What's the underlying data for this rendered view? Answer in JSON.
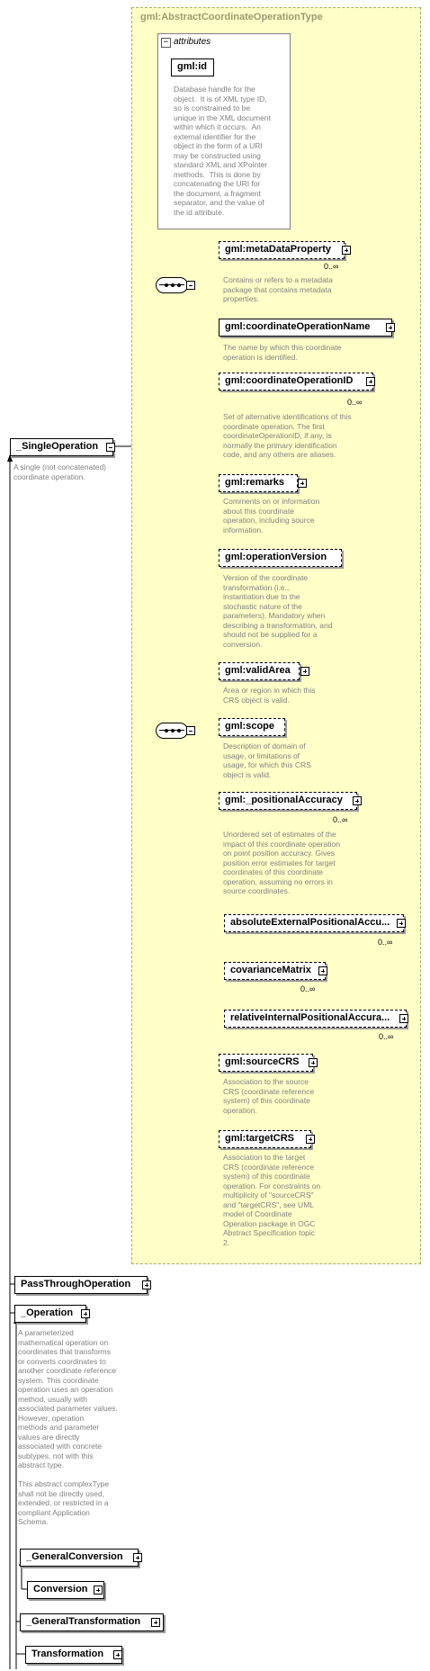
{
  "complex_type": {
    "title": "gml:AbstractCoordinateOperationType"
  },
  "attributes": {
    "heading": "attributes",
    "id_label": "gml:id",
    "id_doc": "Database handle for the\nobject.  It is of XML type ID,\nso is constrained to be\nunique in the XML document\nwithin which it occurs.  An\nexternal identifier for the\nobject in the form of a URI\nmay be constructed using\nstandard XML and XPointer\nmethods.  This is done by\nconcatenating the URI for\nthe document, a fragment\nseparator, and the value of\nthe id attribute."
  },
  "elements": {
    "metaDataProperty": {
      "label": "gml:metaDataProperty",
      "card": "0..∞",
      "doc": "Contains or refers to a metadata\npackage that contains metadata\nproperties."
    },
    "coordinateOperationName": {
      "label": "gml:coordinateOperationName",
      "doc": "The name by which this coordinate\noperation is identified."
    },
    "coordinateOperationID": {
      "label": "gml:coordinateOperationID",
      "card": "0..∞",
      "doc": "Set of alternative identifications of this\ncoordinate operation. The first\ncoordinateOperationID, if any, is\nnormally the primary identification\ncode, and any others are aliases."
    },
    "remarks": {
      "label": "gml:remarks",
      "doc": "Comments on or information\nabout this coordinate\noperation, including source\ninformation."
    },
    "operationVersion": {
      "label": "gml:operationVersion",
      "doc": "Version of the coordinate\ntransformation (i.e.,\ninstantiation due to the\nstochastic nature of the\nparameters). Mandatory when\ndescribing a transformation, and\nshould not be supplied for a\nconversion."
    },
    "validArea": {
      "label": "gml:validArea",
      "doc": "Area or region in which this\nCRS object is valid."
    },
    "scope": {
      "label": "gml:scope",
      "doc": "Description of domain of\nusage, or limitations of\nusage, for which this CRS\nobject is valid."
    },
    "positionalAccuracy": {
      "label": "gml:_positionalAccuracy",
      "card": "0..∞",
      "doc": "Unordered set of estimates of the\nimpact of this coordinate operation\non point position accuracy. Gives\nposition error estimates for target\ncoordinates of this coordinate\noperation, assuming no errors in\nsource coordinates."
    },
    "absoluteExternal": {
      "label": "absoluteExternalPositionalAccu...",
      "card": "0..∞"
    },
    "covarianceMatrix": {
      "label": "covarianceMatrix",
      "card": "0..∞"
    },
    "relativeInternal": {
      "label": "relativeInternalPositionalAccura...",
      "card": "0..∞"
    },
    "sourceCRS": {
      "label": "gml:sourceCRS",
      "doc": "Association to the source\nCRS (coordinate reference\nsystem) of this coordinate\noperation."
    },
    "targetCRS": {
      "label": "gml:targetCRS",
      "doc": "Association to the target\nCRS (coordinate reference\nsystem) of this coordinate\noperation. For constraints on\nmultiplicity of \"sourceCRS\"\nand \"targetCRS\", see UML\nmodel of Coordinate\nOperation package in OGC\nAbstract Specification topic\n2."
    }
  },
  "hierarchy": {
    "singleOperation": {
      "label": "_SingleOperation",
      "doc": "A single (not concatenated)\ncoordinate operation."
    },
    "passThroughOperation": {
      "label": "PassThroughOperation"
    },
    "operation": {
      "label": "_Operation",
      "doc": "A parameterized\nmathematical operation on\ncoordinates that transforms\nor converts coordinates to\nanother coordinate reference\nsystem. This coordinate\noperation uses an operation\nmethod, usually with\nassociated parameter values.\nHowever, operation\nmethods and parameter\nvalues are directly\nassociated with concrete\nsubtypes, not with this\nabstract type.\n\nThis abstract complexType\nshall not be directly used,\nextended, or restricted in a\ncompliant Application\nSchema."
    },
    "generalConversion": {
      "label": "_GeneralConversion"
    },
    "conversion": {
      "label": "Conversion"
    },
    "generalTransformation": {
      "label": "_GeneralTransformation"
    },
    "transformation": {
      "label": "Transformation"
    }
  }
}
